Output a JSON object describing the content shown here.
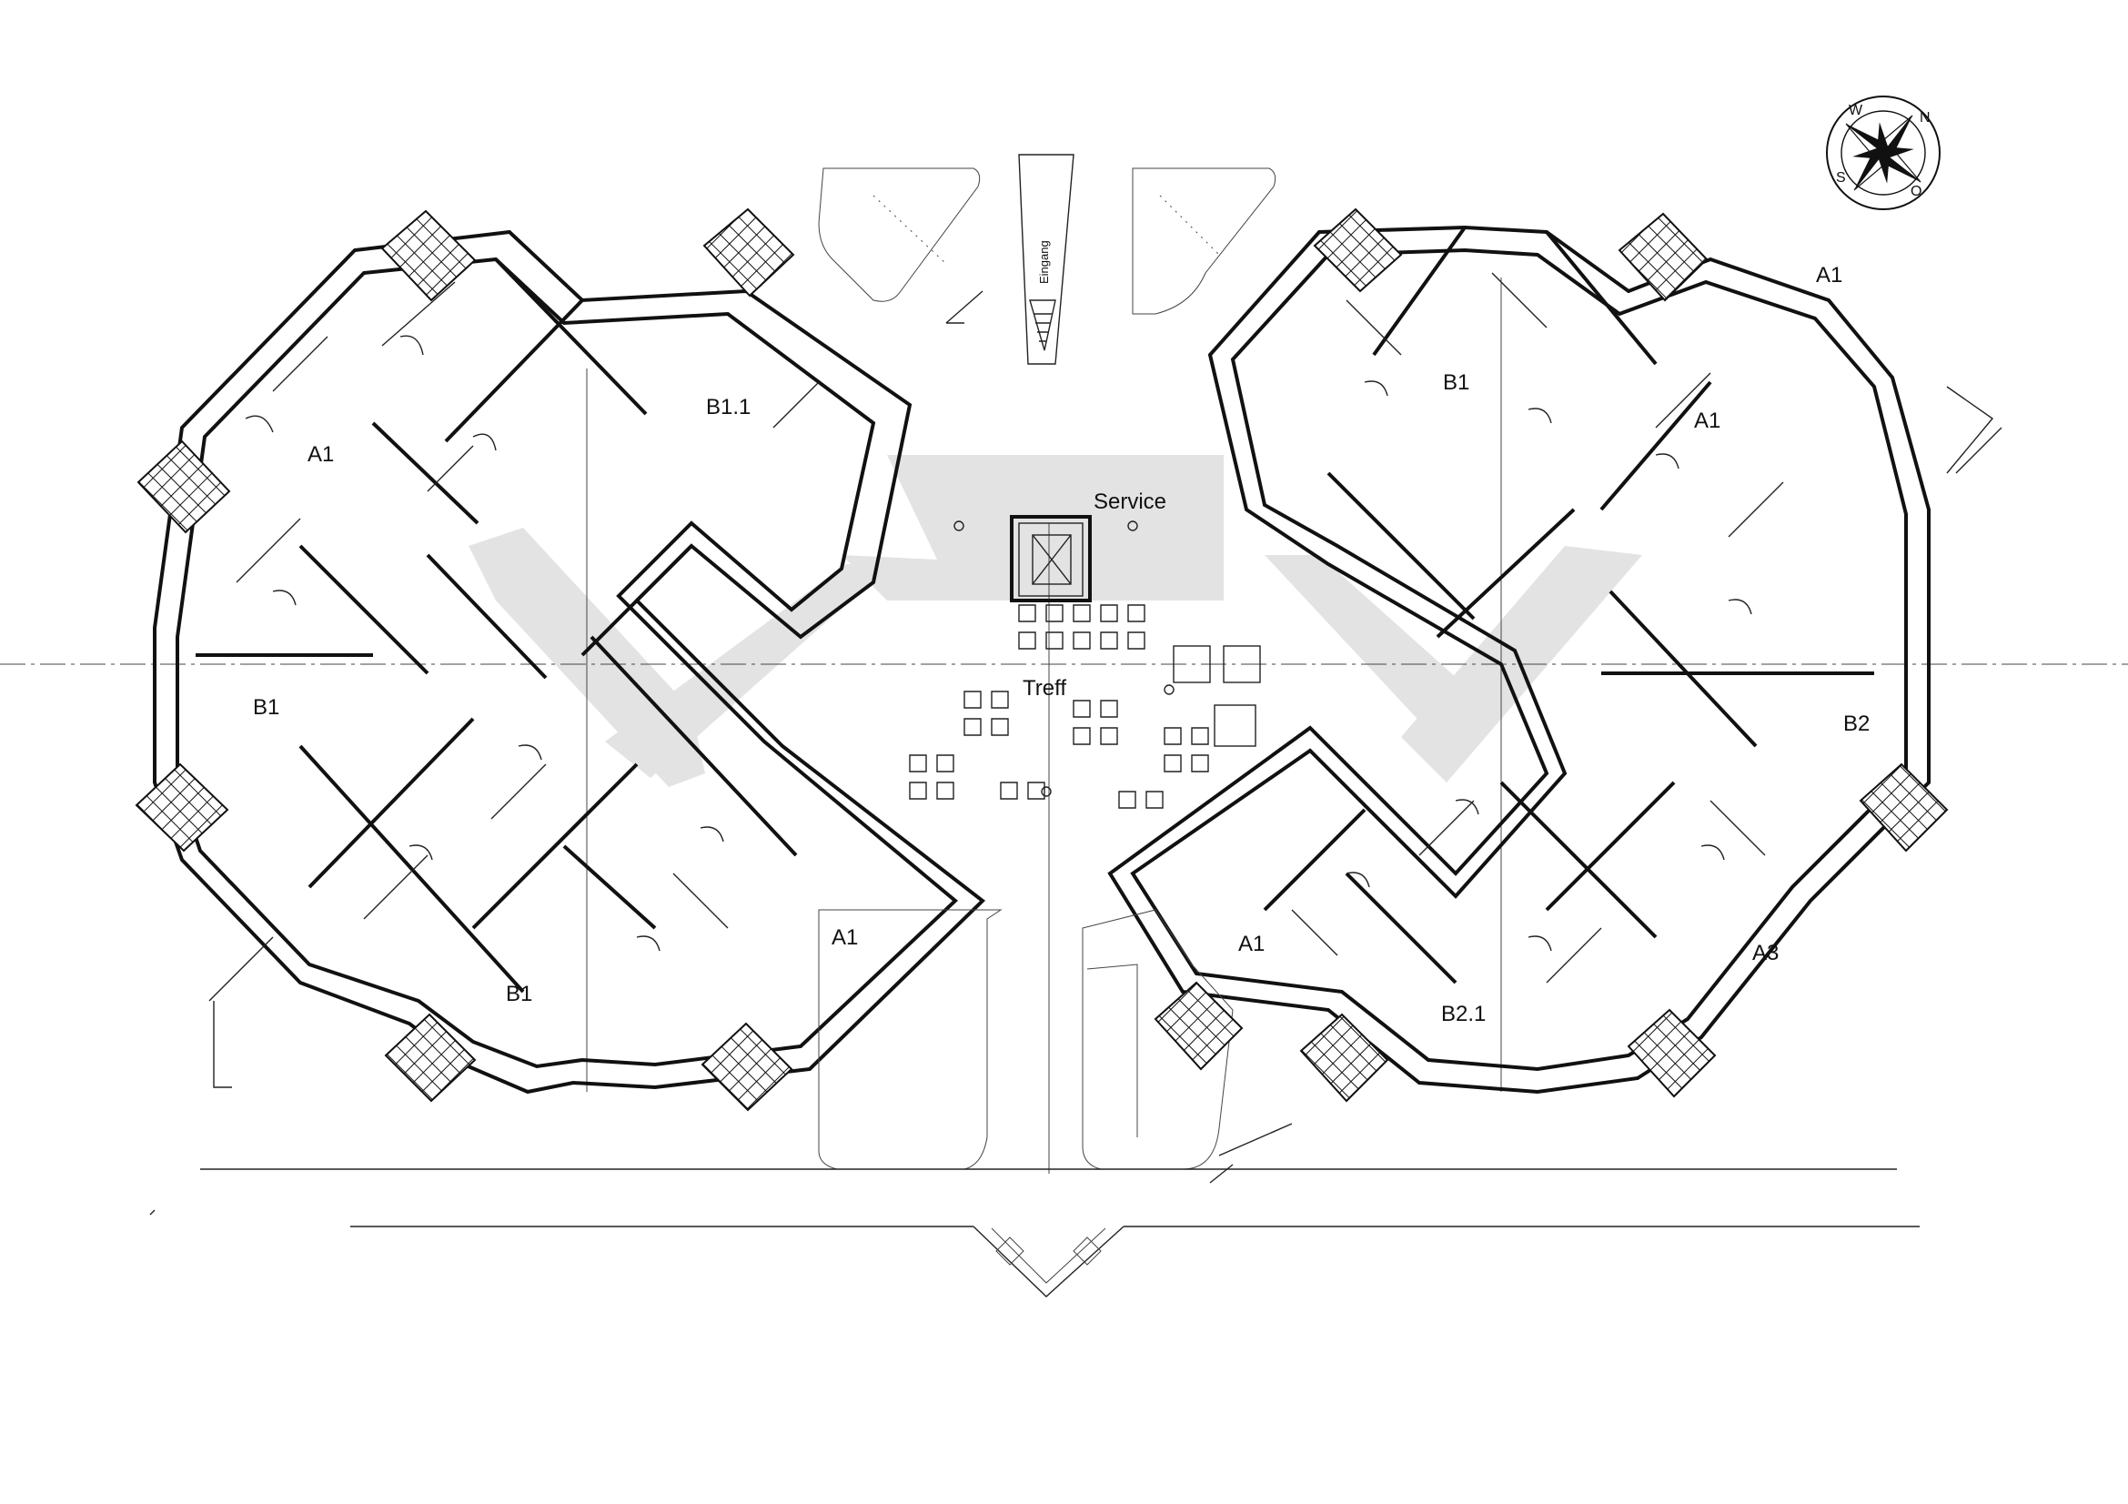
{
  "plan": {
    "rooms": {
      "a1_top_left": "A1",
      "b1_mid_left": "B1",
      "b1_bottom_left": "B1",
      "b11_top": "B1.1",
      "b1_top_right": "B1",
      "a1_right_upper": "A1",
      "a1_corner": "A1",
      "b2_right": "B2",
      "a3_bottom_right": "A3",
      "b21_bottom": "B2.1",
      "a1_bottom_center_left": "A1",
      "a1_bottom_center_right": "A1"
    },
    "zones": {
      "service": "Service",
      "treff": "Treff"
    },
    "entrance": "Eingang"
  },
  "compass": {
    "n": "N",
    "o": "O",
    "s": "S",
    "w": "W"
  }
}
